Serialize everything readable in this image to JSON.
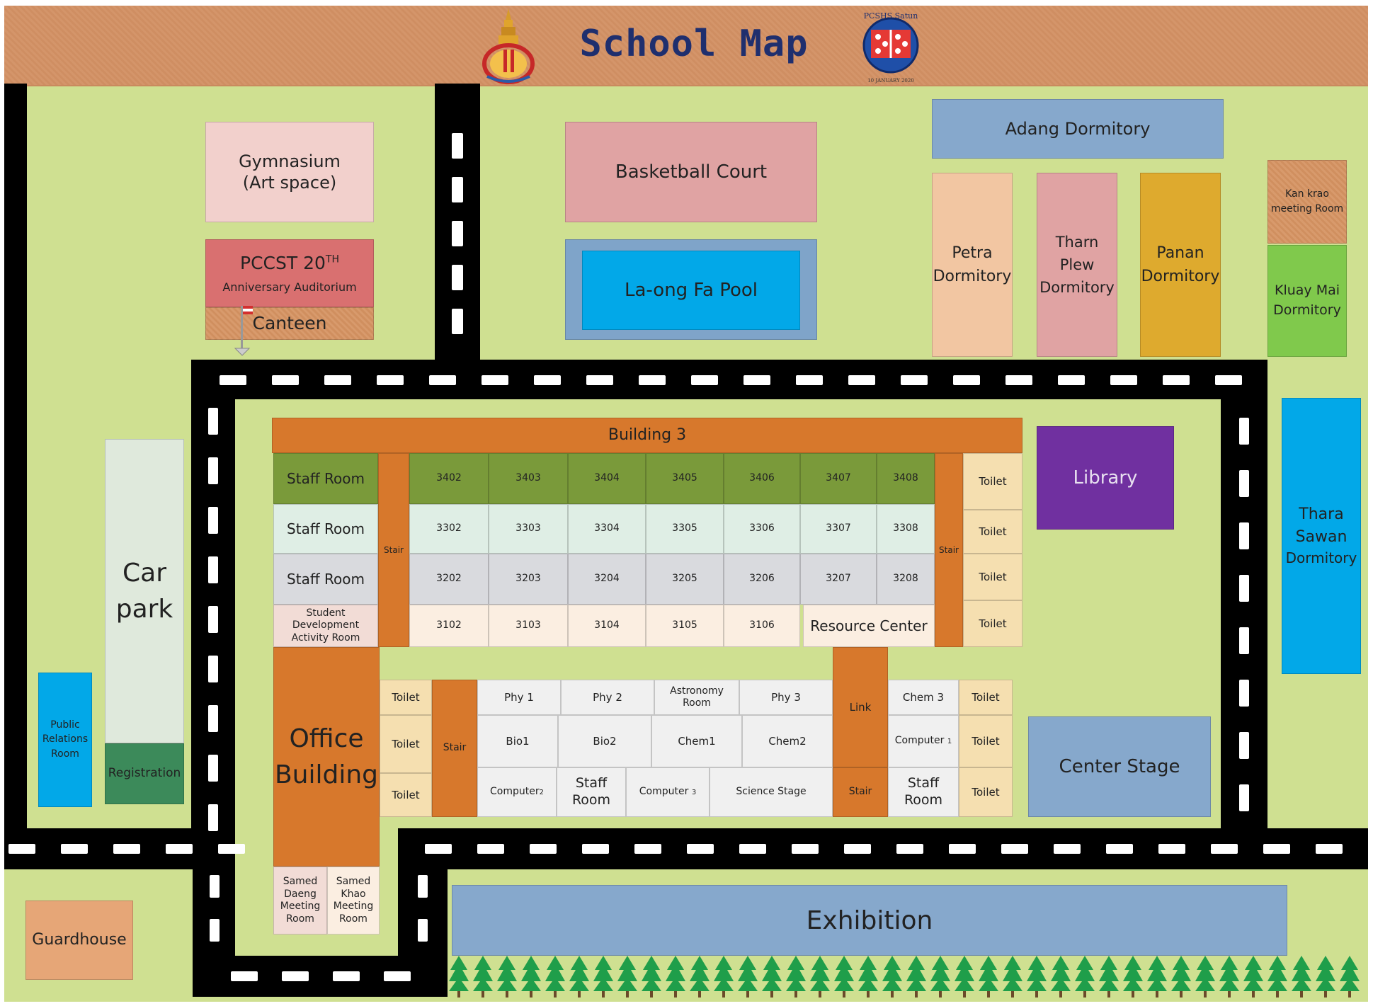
{
  "header": {
    "title": "School Map",
    "logo_left": "school-crest-logo",
    "logo_right": "pcshs-satun-logo",
    "logo_right_text": "PCSHS Satun",
    "logo_right_date": "10 JANUARY 2020"
  },
  "buildings": {
    "gymnasium": {
      "line1": "Gymnasium",
      "line2": "(Art space)"
    },
    "auditorium": {
      "line1": "PCCST 20",
      "sup": "TH",
      "line2": "Anniversary Auditorium"
    },
    "canteen": "Canteen",
    "basketball": "Basketball Court",
    "pool": "La-ong Fa Pool",
    "adang": "Adang Dormitory",
    "petra": {
      "line1": "Petra",
      "line2": "Dormitory"
    },
    "tharn_plew": {
      "line1": "Tharn",
      "line2": "Plew",
      "line3": "Dormitory"
    },
    "panan": {
      "line1": "Panan",
      "line2": "Dormitory"
    },
    "kan_krao": {
      "line1": "Kan krao",
      "line2": "meeting Room"
    },
    "kluay_mai": {
      "line1": "Kluay Mai",
      "line2": "Dormitory"
    },
    "thara_sawan": {
      "line1": "Thara",
      "line2": "Sawan",
      "line3": "Dormitory"
    },
    "library": "Library",
    "car_park": {
      "line1": "Car",
      "line2": "park"
    },
    "registration": "Registration",
    "public_relations": {
      "line1": "Public",
      "line2": "Relations",
      "line3": "Room"
    },
    "center_stage": "Center Stage",
    "exhibition": "Exhibition",
    "guardhouse": "Guardhouse",
    "office": {
      "line1": "Office",
      "line2": "Building"
    },
    "samed_daeng": {
      "line1": "Samed",
      "line2": "Daeng",
      "line3": "Meeting",
      "line4": "Room"
    },
    "samed_khao": {
      "line1": "Samed",
      "line2": "Khao",
      "line3": "Meeting",
      "line4": "Room"
    }
  },
  "building3": {
    "title": "Building 3",
    "stair": "Stair",
    "toilet": "Toilet",
    "staff_room": "Staff Room",
    "student_dev": {
      "line1": "Student",
      "line2": "Development",
      "line3": "Activity Room"
    },
    "row4": [
      "3402",
      "3403",
      "3404",
      "3405",
      "3406",
      "3407",
      "3408"
    ],
    "row3": [
      "3302",
      "3303",
      "3304",
      "3305",
      "3306",
      "3307",
      "3308"
    ],
    "row2": [
      "3202",
      "3203",
      "3204",
      "3205",
      "3206",
      "3207",
      "3208"
    ],
    "row1": [
      "3102",
      "3103",
      "3104",
      "3105",
      "3106"
    ],
    "resource_center": "Resource Center"
  },
  "science": {
    "toilet": "Toilet",
    "stair": "Stair",
    "link": "Link",
    "phy1": "Phy 1",
    "phy2": "Phy 2",
    "astronomy": {
      "line1": "Astronomy",
      "line2": "Room"
    },
    "phy3": "Phy 3",
    "chem3": "Chem 3",
    "bio1": "Bio1",
    "bio2": "Bio2",
    "chem1": "Chem1",
    "chem2": "Chem2",
    "computer1": {
      "main": "Computer ",
      "sub": "1"
    },
    "computer2": {
      "main": "Computer",
      "sub": "2"
    },
    "computer3": {
      "main": "Computer ",
      "sub": "3"
    },
    "staff_room": {
      "line1": "Staff",
      "line2": "Room"
    },
    "science_stage": "Science Stage"
  },
  "colors": {
    "grass": "#cfe091",
    "road": "#000000",
    "orange": "#d7782c",
    "header": "#d4956a"
  }
}
